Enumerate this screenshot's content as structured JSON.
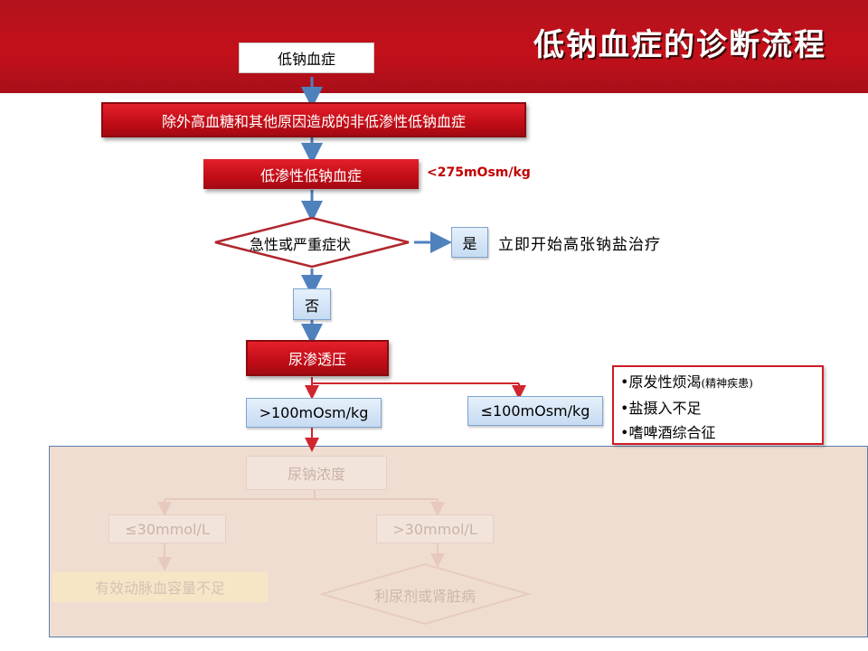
{
  "title": "低钠血症的诊断流程",
  "colors": {
    "banner": "#c4101b",
    "accent_red": "#c10d17",
    "arrow_blue": "#4f81bd",
    "arrow_red": "#d0262e"
  },
  "nodes": {
    "start": "低钠血症",
    "exclude": "除外高血糖和其他原因造成的非低渗性低钠血症",
    "hypo": "低渗性低钠血症",
    "hypo_note": "<275mOsm/kg",
    "acute": "急性或严重症状",
    "yes": "是",
    "yes_action": "立即开始高张钠盐治疗",
    "no": "否",
    "urine_osm": "尿渗透压",
    "gt100": ">100mOsm/kg",
    "le100": "≤100mOsm/kg"
  },
  "side_box": {
    "item1": "•原发性烦渴",
    "item1_note": "(精神疾患)",
    "item2": "•盐摄入不足",
    "item3": "•嗜啤酒综合征"
  },
  "faded": {
    "urine_na": "尿钠浓度",
    "le30": "≤30mmol/L",
    "gt30": ">30mmol/L",
    "effective": "有效动脉血容量不足",
    "diuretic": "利尿剂或肾脏病"
  }
}
